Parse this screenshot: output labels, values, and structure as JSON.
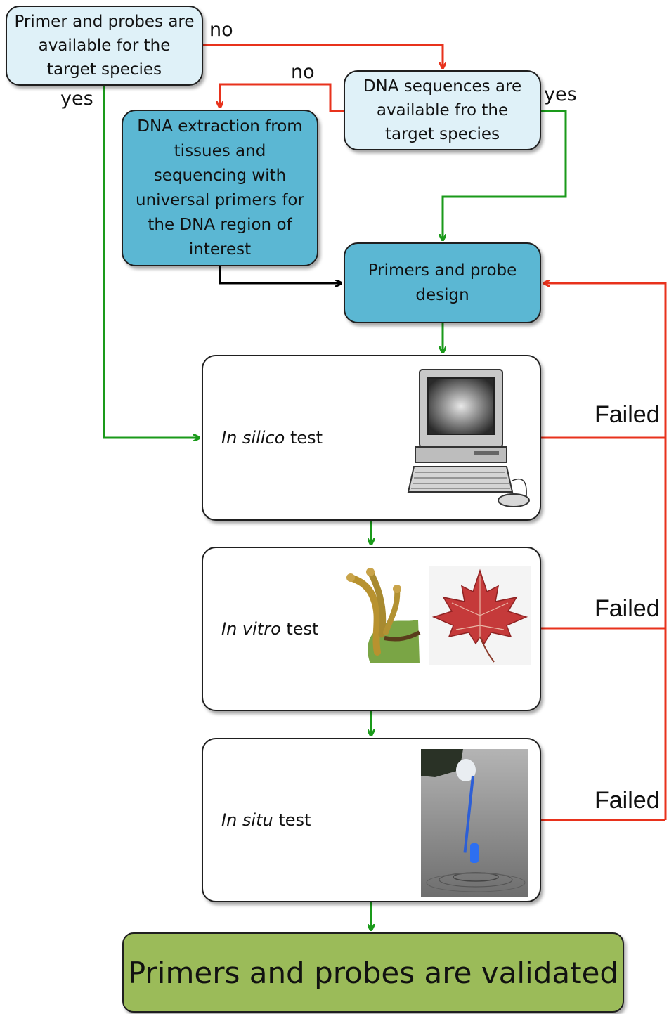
{
  "nodes": {
    "primers_available": "Primer and probes are available for the target species",
    "dna_sequences_available": "DNA sequences are available fro the target species",
    "dna_extraction": "DNA extraction from tissues and sequencing with universal primers for the DNA region of interest",
    "design": "Primers and probe design",
    "in_silico": {
      "italic": "In silico",
      "plain": " test"
    },
    "in_vitro": {
      "italic": "In vitro",
      "plain": " test"
    },
    "in_situ": {
      "italic": "In situ",
      "plain": " test"
    },
    "validated": "Primers and probes are validated"
  },
  "labels": {
    "no_1": "no",
    "no_2": "no",
    "yes_1": "yes",
    "yes_2": "yes",
    "failed_1": "Failed",
    "failed_2": "Failed",
    "failed_3": "Failed"
  },
  "images": {
    "in_silico": "computer-icon",
    "in_vitro_1": "frog-foot-photo",
    "in_vitro_2": "maple-leaf-photo",
    "in_situ": "water-sampling-photo"
  },
  "colors": {
    "yes_arrow": "#1a9a1a",
    "no_arrow": "#e8321c",
    "neutral_arrow": "#000000",
    "pale_box": "#dff1f8",
    "teal_box": "#5bb7d3",
    "final_box": "#9bbb59"
  }
}
